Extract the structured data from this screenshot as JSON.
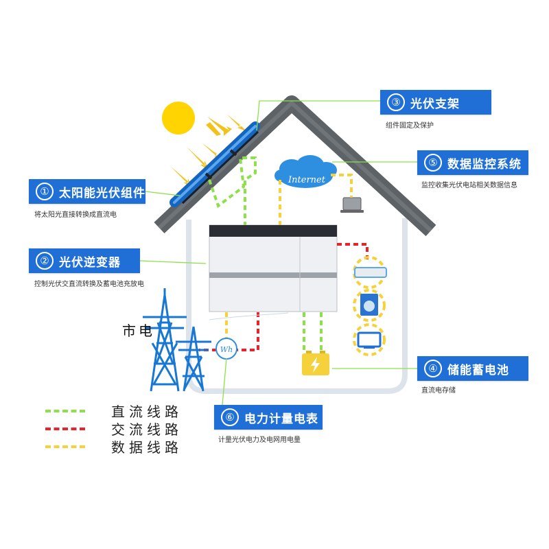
{
  "colors": {
    "accent": "#1f6fd6",
    "dc_line": "#8ee04a",
    "ac_line": "#e8232a",
    "data_line": "#f5d23c",
    "roof": "#5d6266",
    "sun": "#ffd400",
    "tower": "#1877d2"
  },
  "icons": [
    "sun-icon",
    "solar-panel-icon",
    "inverter-icon",
    "cloud-icon",
    "laptop-icon",
    "air-conditioner-icon",
    "washing-machine-icon",
    "tv-icon",
    "battery-icon",
    "meter-icon",
    "transmission-tower-icon"
  ],
  "cloud_label": "Internet",
  "meter_label": "Wh",
  "grid_label": "市电",
  "callouts": [
    {
      "num": "①",
      "title": "太阳能光伏组件",
      "desc": "将太阳光直接转换成直流电"
    },
    {
      "num": "②",
      "title": "光伏逆变器",
      "desc": "控制光伏交直流转换及蓄电池充放电"
    },
    {
      "num": "③",
      "title": "光伏支架",
      "desc": "组件固定及保护"
    },
    {
      "num": "④",
      "title": "储能蓄电池",
      "desc": "直流电存储"
    },
    {
      "num": "⑤",
      "title": "数据监控系统",
      "desc": "监控收集光伏电站相关数据信息"
    },
    {
      "num": "⑥",
      "title": "电力计量电表",
      "desc": "计量光伏电力及电网用电量"
    }
  ],
  "legend": [
    {
      "label": "直流线路",
      "color": "#8ee04a"
    },
    {
      "label": "交流线路",
      "color": "#e8232a"
    },
    {
      "label": "数据线路",
      "color": "#f5d23c"
    }
  ]
}
